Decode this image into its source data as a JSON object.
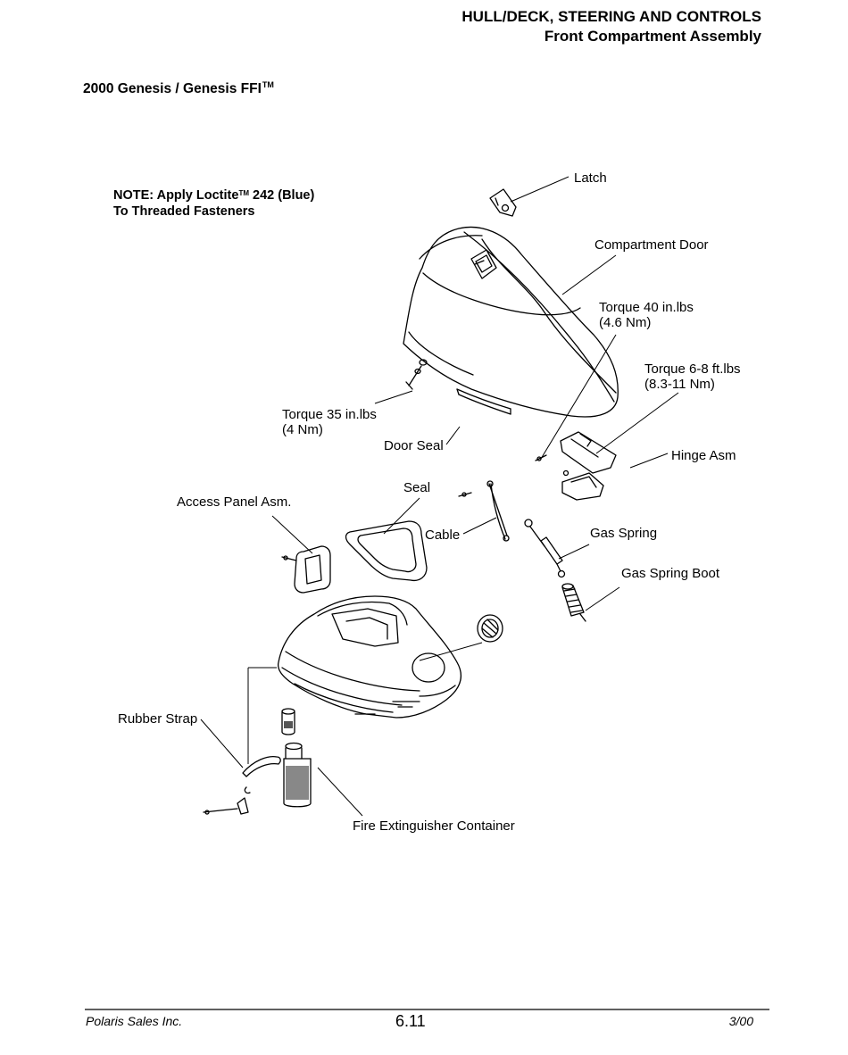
{
  "header": {
    "line1": "HULL/DECK, STEERING AND CONTROLS",
    "line2": "Front Compartment Assembly"
  },
  "model": {
    "name": "2000 Genesis / Genesis FFI",
    "tm": "TM"
  },
  "note": {
    "line1_a": "NOTE:  Apply Loctite",
    "line1_tm": "TM",
    "line1_b": " 242 (Blue)",
    "line2": "To Threaded Fasteners"
  },
  "labels": {
    "latch": "Latch",
    "compartment_door": "Compartment Door",
    "torque40_a": "Torque 40 in.lbs",
    "torque40_b": "(4.6 Nm)",
    "torque68_a": "Torque 6-8 ft.lbs",
    "torque68_b": "(8.3-11 Nm)",
    "torque35_a": "Torque 35 in.lbs",
    "torque35_b": "(4 Nm)",
    "door_seal": "Door Seal",
    "hinge_asm": "Hinge Asm",
    "seal": "Seal",
    "access_panel": "Access Panel Asm.",
    "cable": "Cable",
    "gas_spring": "Gas Spring",
    "gas_spring_boot": "Gas Spring Boot",
    "rubber_strap": "Rubber Strap",
    "fire_extinguisher": "Fire Extinguisher Container"
  },
  "footer": {
    "company": "Polaris Sales Inc.",
    "page": "6.11",
    "date": "3/00"
  }
}
